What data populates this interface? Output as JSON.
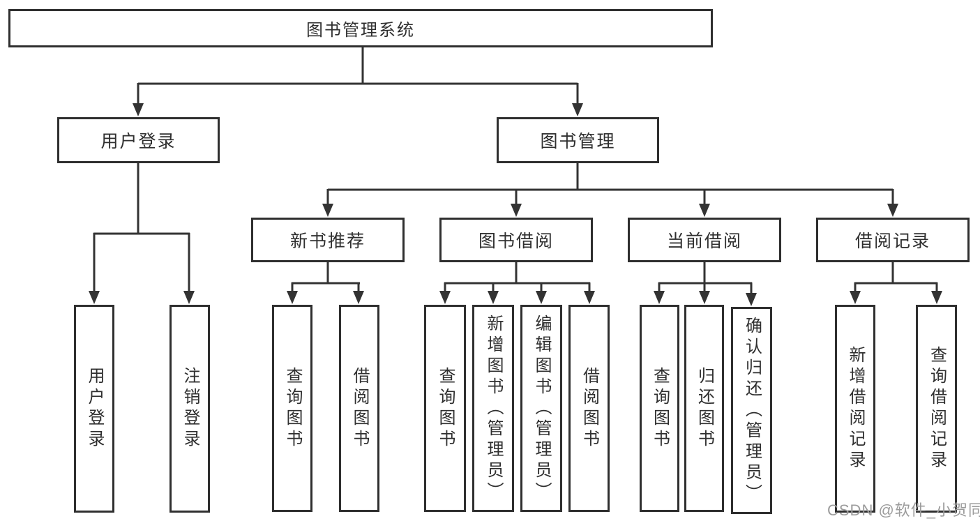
{
  "diagram": {
    "root": {
      "label": "图书管理系统"
    },
    "user_login": {
      "label": "用户登录",
      "children": [
        {
          "label": "用户登录"
        },
        {
          "label": "注销登录"
        }
      ]
    },
    "book_mgmt": {
      "label": "图书管理"
    },
    "groups": [
      {
        "label": "新书推荐",
        "children": [
          {
            "label": "查询图书"
          },
          {
            "label": "借阅图书"
          }
        ]
      },
      {
        "label": "图书借阅",
        "children": [
          {
            "label": "查询图书"
          },
          {
            "label": "新增图书（管理员）"
          },
          {
            "label": "编辑图书（管理员）"
          },
          {
            "label": "借阅图书"
          }
        ]
      },
      {
        "label": "当前借阅",
        "children": [
          {
            "label": "查询图书"
          },
          {
            "label": "归还图书"
          },
          {
            "label": "确认归还（管理员）"
          }
        ]
      },
      {
        "label": "借阅记录",
        "children": [
          {
            "label": "新增借阅记录"
          },
          {
            "label": "查询借阅记录"
          }
        ]
      }
    ]
  },
  "watermark": {
    "text": "CSDN @软件_小贺同学",
    "color": "#9c9c9c"
  },
  "colors": {
    "border": "#2f2f2f",
    "line": "#333333",
    "text": "#2f2f2f",
    "background": "#ffffff",
    "watermark": "#9c9c9c"
  }
}
